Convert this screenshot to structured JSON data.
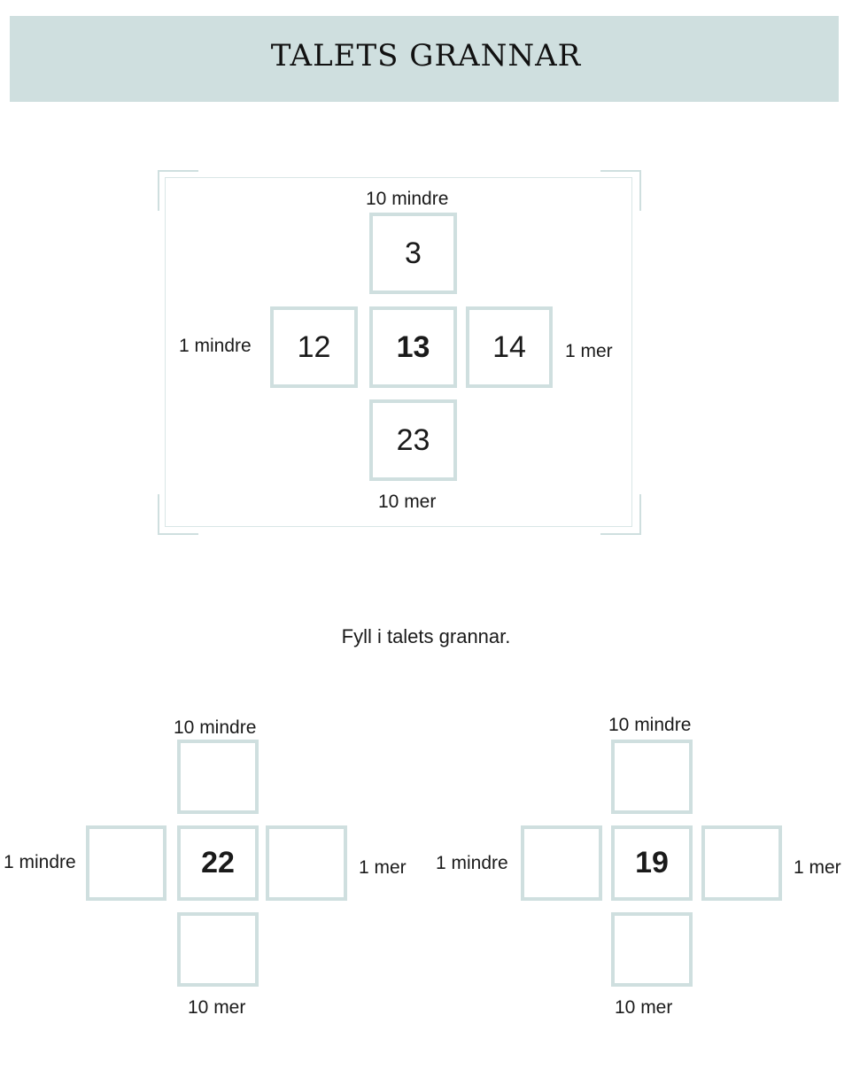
{
  "title": "TALETS GRANNAR",
  "example": {
    "top_label": "10 mindre",
    "bottom_label": "10 mer",
    "left_label": "1 mindre",
    "right_label": "1 mer",
    "top": "3",
    "left": "12",
    "center": "13",
    "right": "14",
    "bottom": "23"
  },
  "instruction": "Fyll i talets grannar.",
  "exercises": [
    {
      "top_label": "10 mindre",
      "bottom_label": "10 mer",
      "left_label": "1 mindre",
      "right_label": "1 mer",
      "center": "22"
    },
    {
      "top_label": "10 mindre",
      "bottom_label": "10 mer",
      "left_label": "1 mindre",
      "right_label": "1 mer",
      "center": "19"
    }
  ],
  "colors": {
    "header_bg": "#cfdfdf",
    "box_border": "#cfdfdf"
  }
}
